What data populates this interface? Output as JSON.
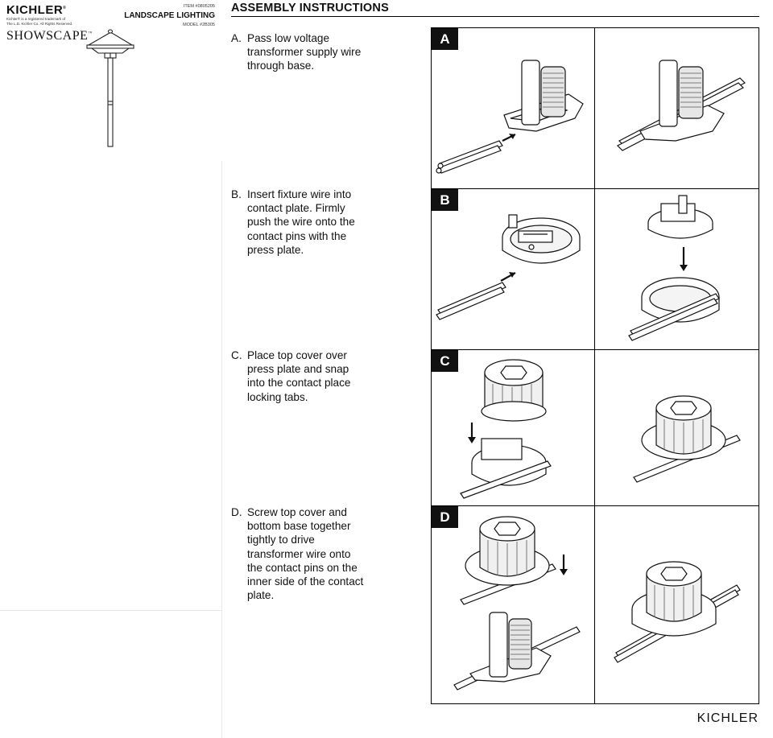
{
  "header": {
    "brand": "KICHLER",
    "trademark_line1": "Kichler® is a registered trademark of",
    "trademark_line2": "The L.D. Kichler Co. All Rights Reserved.",
    "sub_brand": "SHOWSCAPE",
    "item_number": "ITEM #0805205",
    "product_line": "LANDSCAPE LIGHTING",
    "model_number": "MODEL #2B305"
  },
  "main": {
    "title": "ASSEMBLY INSTRUCTIONS",
    "steps": [
      {
        "letter": "A.",
        "badge": "A",
        "lines": [
          "Pass low voltage",
          "transformer supply wire",
          "through base."
        ]
      },
      {
        "letter": "B.",
        "badge": "B",
        "lines": [
          "Insert fixture wire into",
          "contact plate.  Firmly",
          "push the wire onto the",
          "contact pins with the",
          "press plate."
        ]
      },
      {
        "letter": "C.",
        "badge": "C",
        "lines": [
          "Place top cover over",
          "press plate and snap",
          "into the contact place",
          "locking tabs."
        ]
      },
      {
        "letter": "D.",
        "badge": "D",
        "lines": [
          "Screw top cover and",
          "bottom base together",
          "tightly to drive",
          "transformer wire onto",
          "the contact pins on the",
          "inner side of the contact",
          "plate."
        ]
      }
    ]
  },
  "footer": {
    "brand": "KICHLER"
  }
}
